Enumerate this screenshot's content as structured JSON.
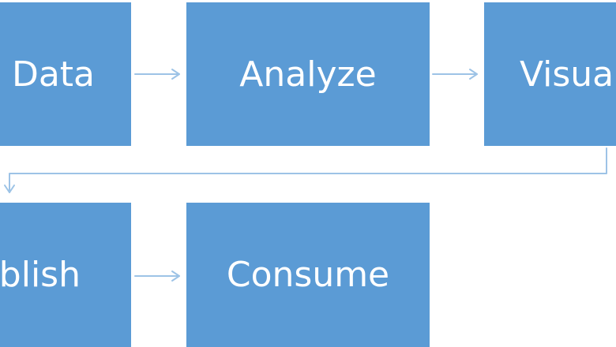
{
  "diagram": {
    "steps": [
      {
        "id": "data",
        "label": "Data"
      },
      {
        "id": "analyze",
        "label": "Analyze"
      },
      {
        "id": "visualize",
        "label": "Visualize"
      },
      {
        "id": "publish",
        "label": "Publish"
      },
      {
        "id": "consume",
        "label": "Consume"
      }
    ],
    "colors": {
      "box_fill": "#5b9bd5",
      "box_text": "#ffffff",
      "arrow": "#9dc3e6"
    }
  }
}
